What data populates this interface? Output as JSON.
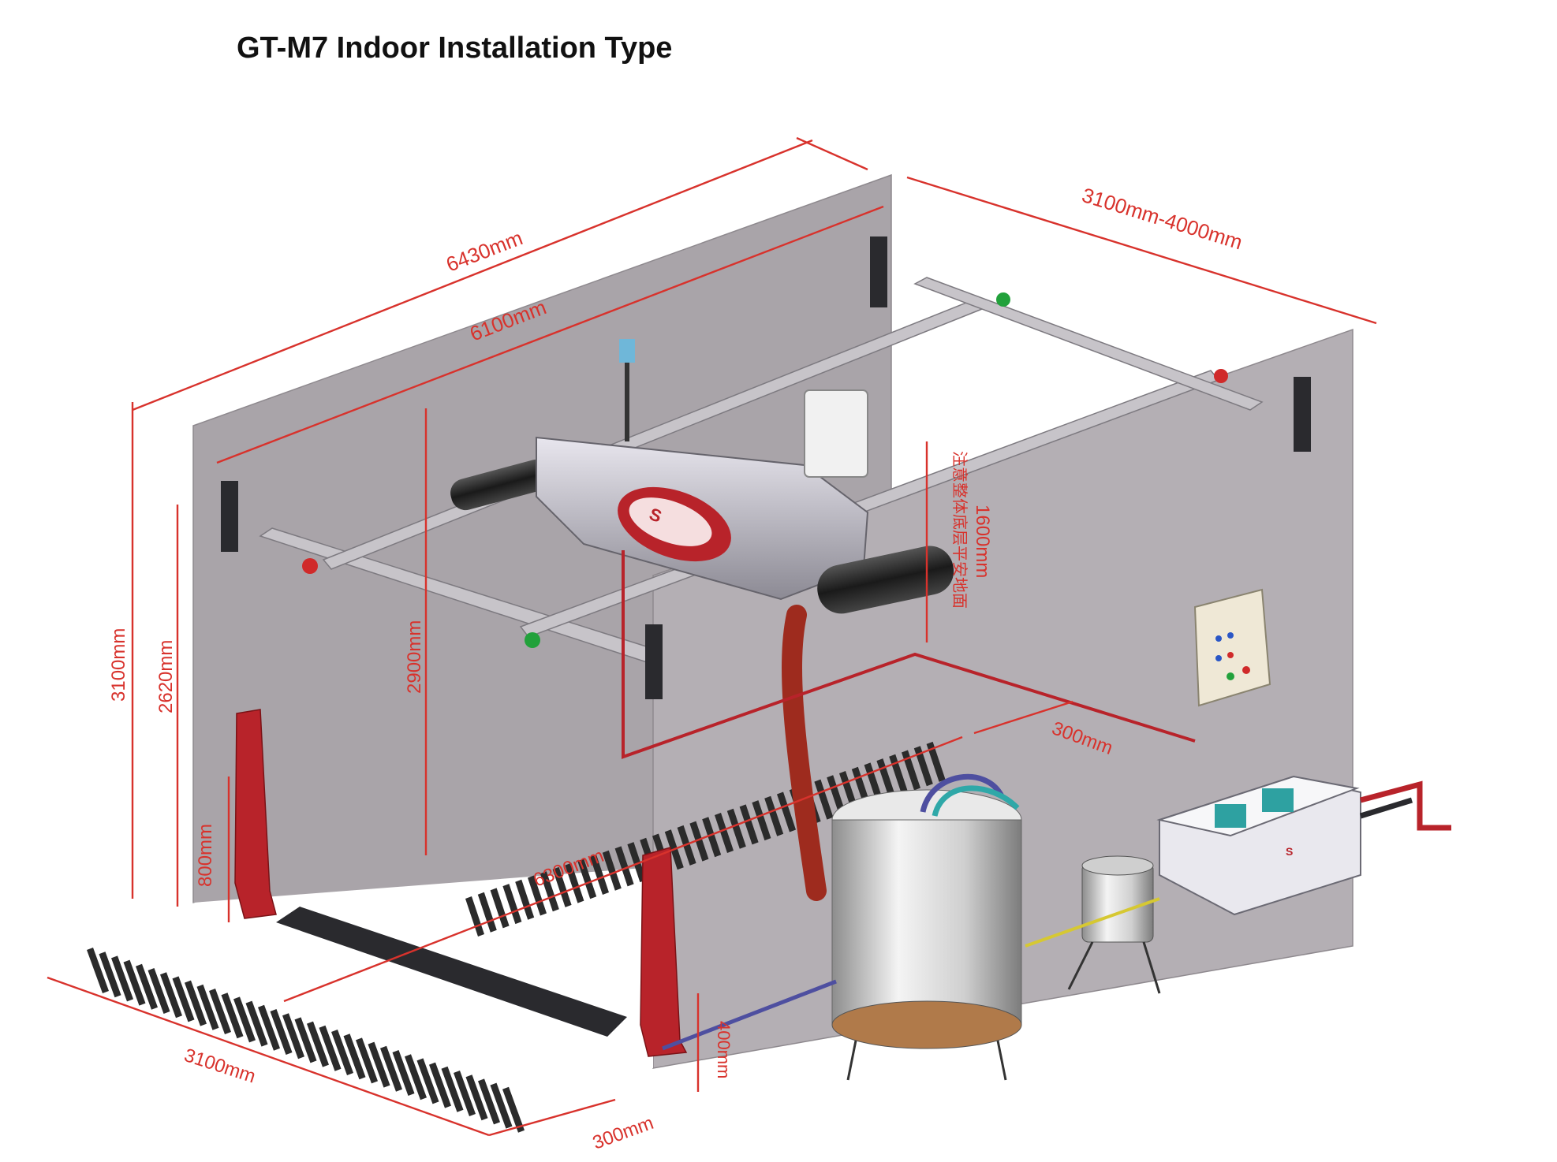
{
  "title": "GT-M7 Indoor Installation Type",
  "dimensions": {
    "overall_length": "6430mm",
    "rail_length": "6100mm",
    "width_range": "3100mm-4000mm",
    "wall_height": "3100mm",
    "rail_height": "2620mm",
    "machine_clearance": "2900mm",
    "lower_height": "800mm",
    "floor_length": "6300mm",
    "floor_width": "3100mm",
    "gap_right": "300mm",
    "gap_bottom": "300mm",
    "pipe_height": "400mm",
    "ground_clearance_note": "1600mm",
    "chinese_note": "注意整体底层平安地面"
  },
  "colors": {
    "dimension": "#d8322c",
    "wall": "#a9a4a9",
    "machine": "#c9c7cf",
    "brand_red": "#b8232a"
  }
}
